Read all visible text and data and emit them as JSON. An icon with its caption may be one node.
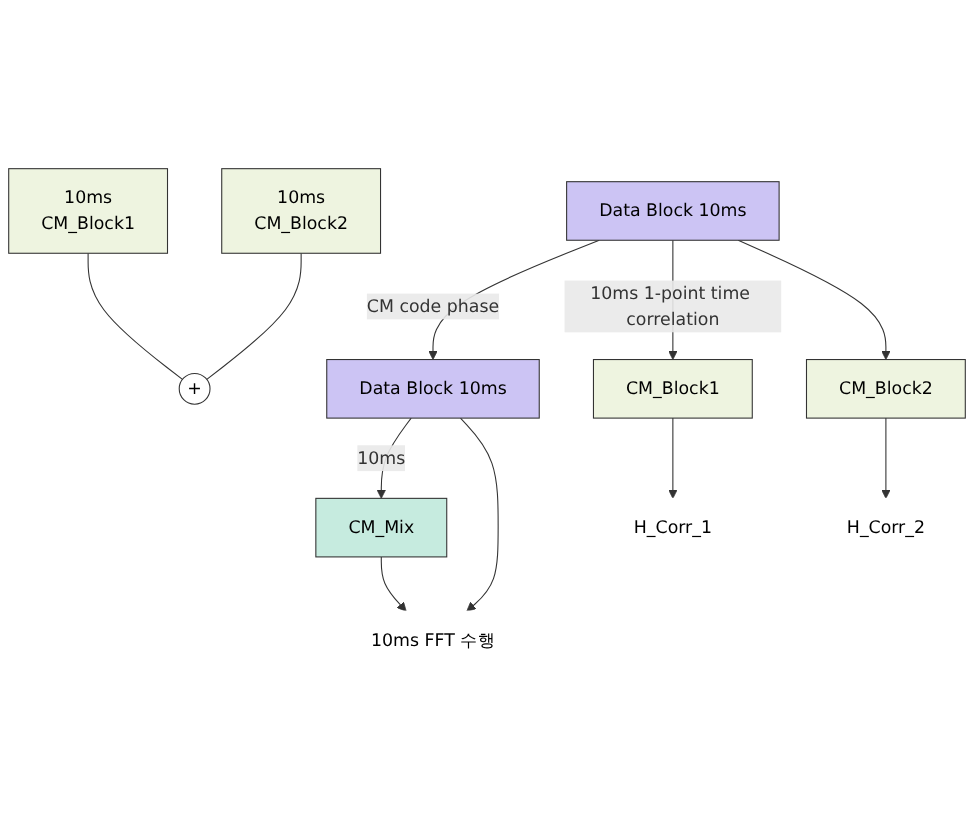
{
  "diagram": {
    "nodes": [
      {
        "text": [
          "10ms",
          "CM_Block1"
        ]
      },
      {
        "text": [
          "10ms",
          "CM_Block2"
        ]
      },
      {
        "text": [
          "+"
        ]
      },
      {
        "text": [
          "CM_Mix"
        ]
      },
      {
        "text": [
          "Data Block 10ms"
        ]
      },
      {
        "text": [
          "10ms FFT 수행"
        ]
      },
      {
        "text": [
          "Data Block 10ms"
        ]
      },
      {
        "text": [
          "CM_Block1"
        ]
      },
      {
        "text": [
          "CM_Block2"
        ]
      },
      {
        "text": [
          "H_Corr_1"
        ]
      },
      {
        "text": [
          "H_Corr_2"
        ]
      }
    ],
    "edges": [
      {
        "from": 0,
        "to": 2,
        "arrow": "none"
      },
      {
        "from": 1,
        "to": 2,
        "arrow": "none"
      },
      {
        "from": 4,
        "to": 3,
        "arrow": "to",
        "label": "10ms"
      },
      {
        "from": 3,
        "to": 5,
        "arrow": "to"
      },
      {
        "from": 4,
        "to": 5,
        "arrow": "to"
      },
      {
        "from": 6,
        "to": 4,
        "arrow": "to",
        "label": "CM code phase"
      },
      {
        "from": 6,
        "to": 7,
        "arrow": "to",
        "label": "10ms 1-point time correlation"
      },
      {
        "from": 6,
        "to": 8,
        "arrow": "to"
      },
      {
        "from": 7,
        "to": 9,
        "arrow": "to"
      },
      {
        "from": 8,
        "to": 10,
        "arrow": "to"
      }
    ]
  }
}
